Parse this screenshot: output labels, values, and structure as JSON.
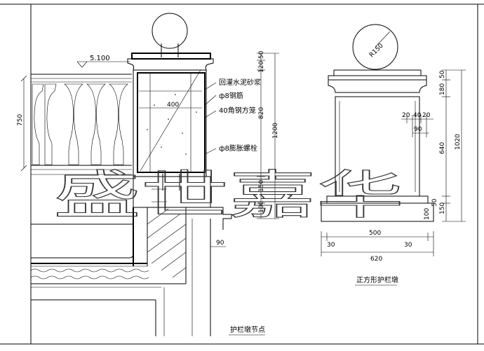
{
  "left_view": {
    "elevation_label": "5.100",
    "caption": "护栏墩节点",
    "notes": {
      "grout": "回灌水泥砂浆",
      "rebar": "ф8钢筋",
      "angle_steel": "40角钢方笼",
      "anchor_bolt": "ф8膨胀螺栓"
    },
    "dims": {
      "baluster_height": "750",
      "top_cap": "50",
      "cap": "120",
      "body": "820",
      "total": "1200",
      "plinth_a": "150",
      "plinth_b": "100",
      "inner_width": "400",
      "ledge": "90"
    }
  },
  "right_view": {
    "caption": "正方形护栏墩",
    "ball_radius": "R150",
    "dims": {
      "top_cap": "50",
      "cap": "180",
      "body": "640",
      "total": "1020",
      "base_a": "100",
      "base_b": "50",
      "base_c": "150",
      "groove_20a": "20",
      "groove_40": "40",
      "groove_20b": "20",
      "groove_90": "90",
      "width_body": "500",
      "offset_left": "30",
      "offset_right": "30",
      "width_total": "620"
    }
  },
  "watermark": "盛世嘉华"
}
